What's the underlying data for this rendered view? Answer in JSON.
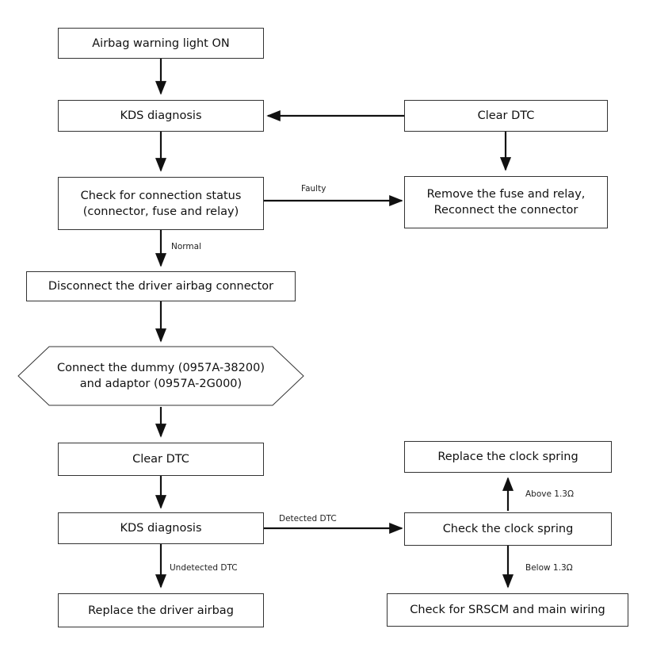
{
  "nodes": {
    "airbag_light": "Airbag warning light ON",
    "kds_diag_1": "KDS diagnosis",
    "clear_dtc_1": "Clear DTC",
    "check_conn_1": "Check for connection status",
    "check_conn_2": "(connector, fuse and relay)",
    "remove_fuse_1": "Remove the fuse and relay,",
    "remove_fuse_2": "Reconnect the connector",
    "disconnect": "Disconnect the driver airbag connector",
    "connect_dummy_1": "Connect the dummy (0957A-38200)",
    "connect_dummy_2": "and adaptor (0957A-2G000)",
    "clear_dtc_2": "Clear DTC",
    "kds_diag_2": "KDS diagnosis",
    "replace_airbag": "Replace the driver airbag",
    "check_clock": "Check the clock spring",
    "replace_clock": "Replace the clock spring",
    "check_srscm": "Check for SRSCM and main wiring"
  },
  "edge_labels": {
    "faulty": "Faulty",
    "normal": "Normal",
    "detected": "Detected DTC",
    "undetected": "Undetected DTC",
    "above": "Above 1.3Ω",
    "below": "Below 1.3Ω"
  }
}
